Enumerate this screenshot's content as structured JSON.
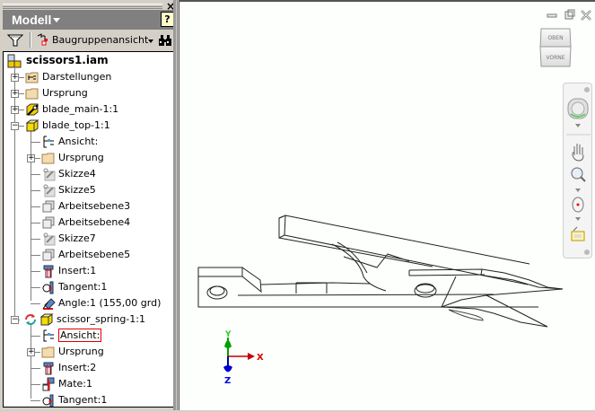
{
  "panel": {
    "title": "Modell",
    "help_icon": "help-question-icon",
    "close_icon": "close-x-icon",
    "toolbar": {
      "filter_icon": "filter-funnel-icon",
      "view_label": "Baugruppenansicht",
      "find_icon": "binoculars-icon"
    }
  },
  "tree": {
    "root": "scissors1.iam",
    "items": [
      {
        "label": "Darstellungen",
        "level": 1,
        "expander": "+",
        "icon": "representations-icon"
      },
      {
        "label": "Ursprung",
        "level": 1,
        "expander": "+",
        "icon": "folder-icon"
      },
      {
        "label": "blade_main-1:1",
        "level": 1,
        "expander": "+",
        "icon": "grounded-part-icon"
      },
      {
        "label": "blade_top-1:1",
        "level": 1,
        "expander": "-",
        "icon": "part-icon"
      },
      {
        "label": "Ansicht:",
        "level": 2,
        "expander": "",
        "icon": "view-rep-icon"
      },
      {
        "label": "Ursprung",
        "level": 2,
        "expander": "+",
        "icon": "folder-icon"
      },
      {
        "label": "Skizze4",
        "level": 2,
        "expander": "",
        "icon": "sketch-icon"
      },
      {
        "label": "Skizze5",
        "level": 2,
        "expander": "",
        "icon": "sketch-icon"
      },
      {
        "label": "Arbeitsebene3",
        "level": 2,
        "expander": "",
        "icon": "workplane-icon"
      },
      {
        "label": "Arbeitsebene4",
        "level": 2,
        "expander": "",
        "icon": "workplane-icon"
      },
      {
        "label": "Skizze7",
        "level": 2,
        "expander": "",
        "icon": "sketch-icon"
      },
      {
        "label": "Arbeitsebene5",
        "level": 2,
        "expander": "",
        "icon": "workplane-icon"
      },
      {
        "label": "Insert:1",
        "level": 2,
        "expander": "",
        "icon": "insert-constraint-icon"
      },
      {
        "label": "Tangent:1",
        "level": 2,
        "expander": "",
        "icon": "tangent-constraint-icon"
      },
      {
        "label": "Angle:1 (155,00 grd)",
        "level": 2,
        "expander": "",
        "icon": "angle-constraint-icon"
      },
      {
        "label": "scissor_spring-1:1",
        "level": 1,
        "expander": "-",
        "icon": "part-icon",
        "adaptive": true
      },
      {
        "label": "Ansicht:",
        "level": 2,
        "expander": "",
        "icon": "view-rep-icon",
        "selected": true
      },
      {
        "label": "Ursprung",
        "level": 2,
        "expander": "+",
        "icon": "folder-icon"
      },
      {
        "label": "Insert:2",
        "level": 2,
        "expander": "",
        "icon": "insert-constraint-icon"
      },
      {
        "label": "Mate:1",
        "level": 2,
        "expander": "",
        "icon": "mate-constraint-icon"
      },
      {
        "label": "Tangent:1",
        "level": 2,
        "expander": "",
        "icon": "tangent-constraint-icon"
      }
    ]
  },
  "viewport": {
    "viewcube": {
      "top": "OBEN",
      "front": "VORNE"
    },
    "window_buttons": [
      "minimize",
      "restore",
      "close"
    ],
    "navbar_tools": [
      "steering-wheel-icon",
      "pan-hand-icon",
      "zoom-magnifier-icon",
      "orbit-icon",
      "look-at-icon"
    ],
    "triad": {
      "x": "X",
      "y": "Y",
      "z": "Z"
    },
    "colors": {
      "x": "#e00000",
      "y": "#00b000",
      "z": "#0000e0"
    }
  }
}
